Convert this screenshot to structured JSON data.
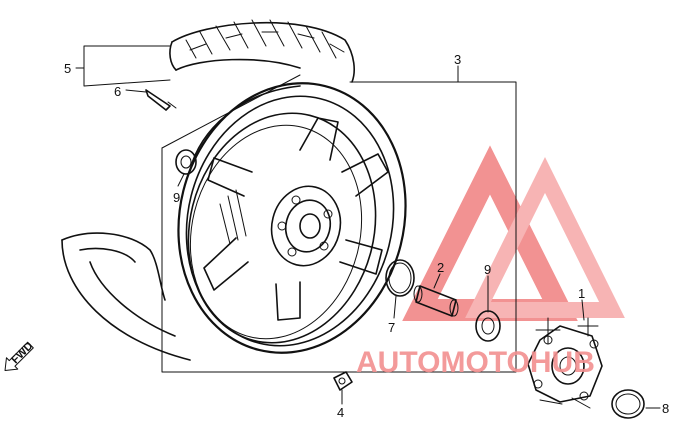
{
  "callouts": {
    "c1": "1",
    "c2": "2",
    "c3": "3",
    "c4": "4",
    "c5": "5",
    "c6": "6",
    "c7": "7",
    "c8": "8",
    "c9a": "9",
    "c9b": "9"
  },
  "direction_label": "FWD",
  "watermark": {
    "text": "AUTOMOTOHUB",
    "color_main": "#f08080",
    "color_alt": "#f6a8a8"
  }
}
